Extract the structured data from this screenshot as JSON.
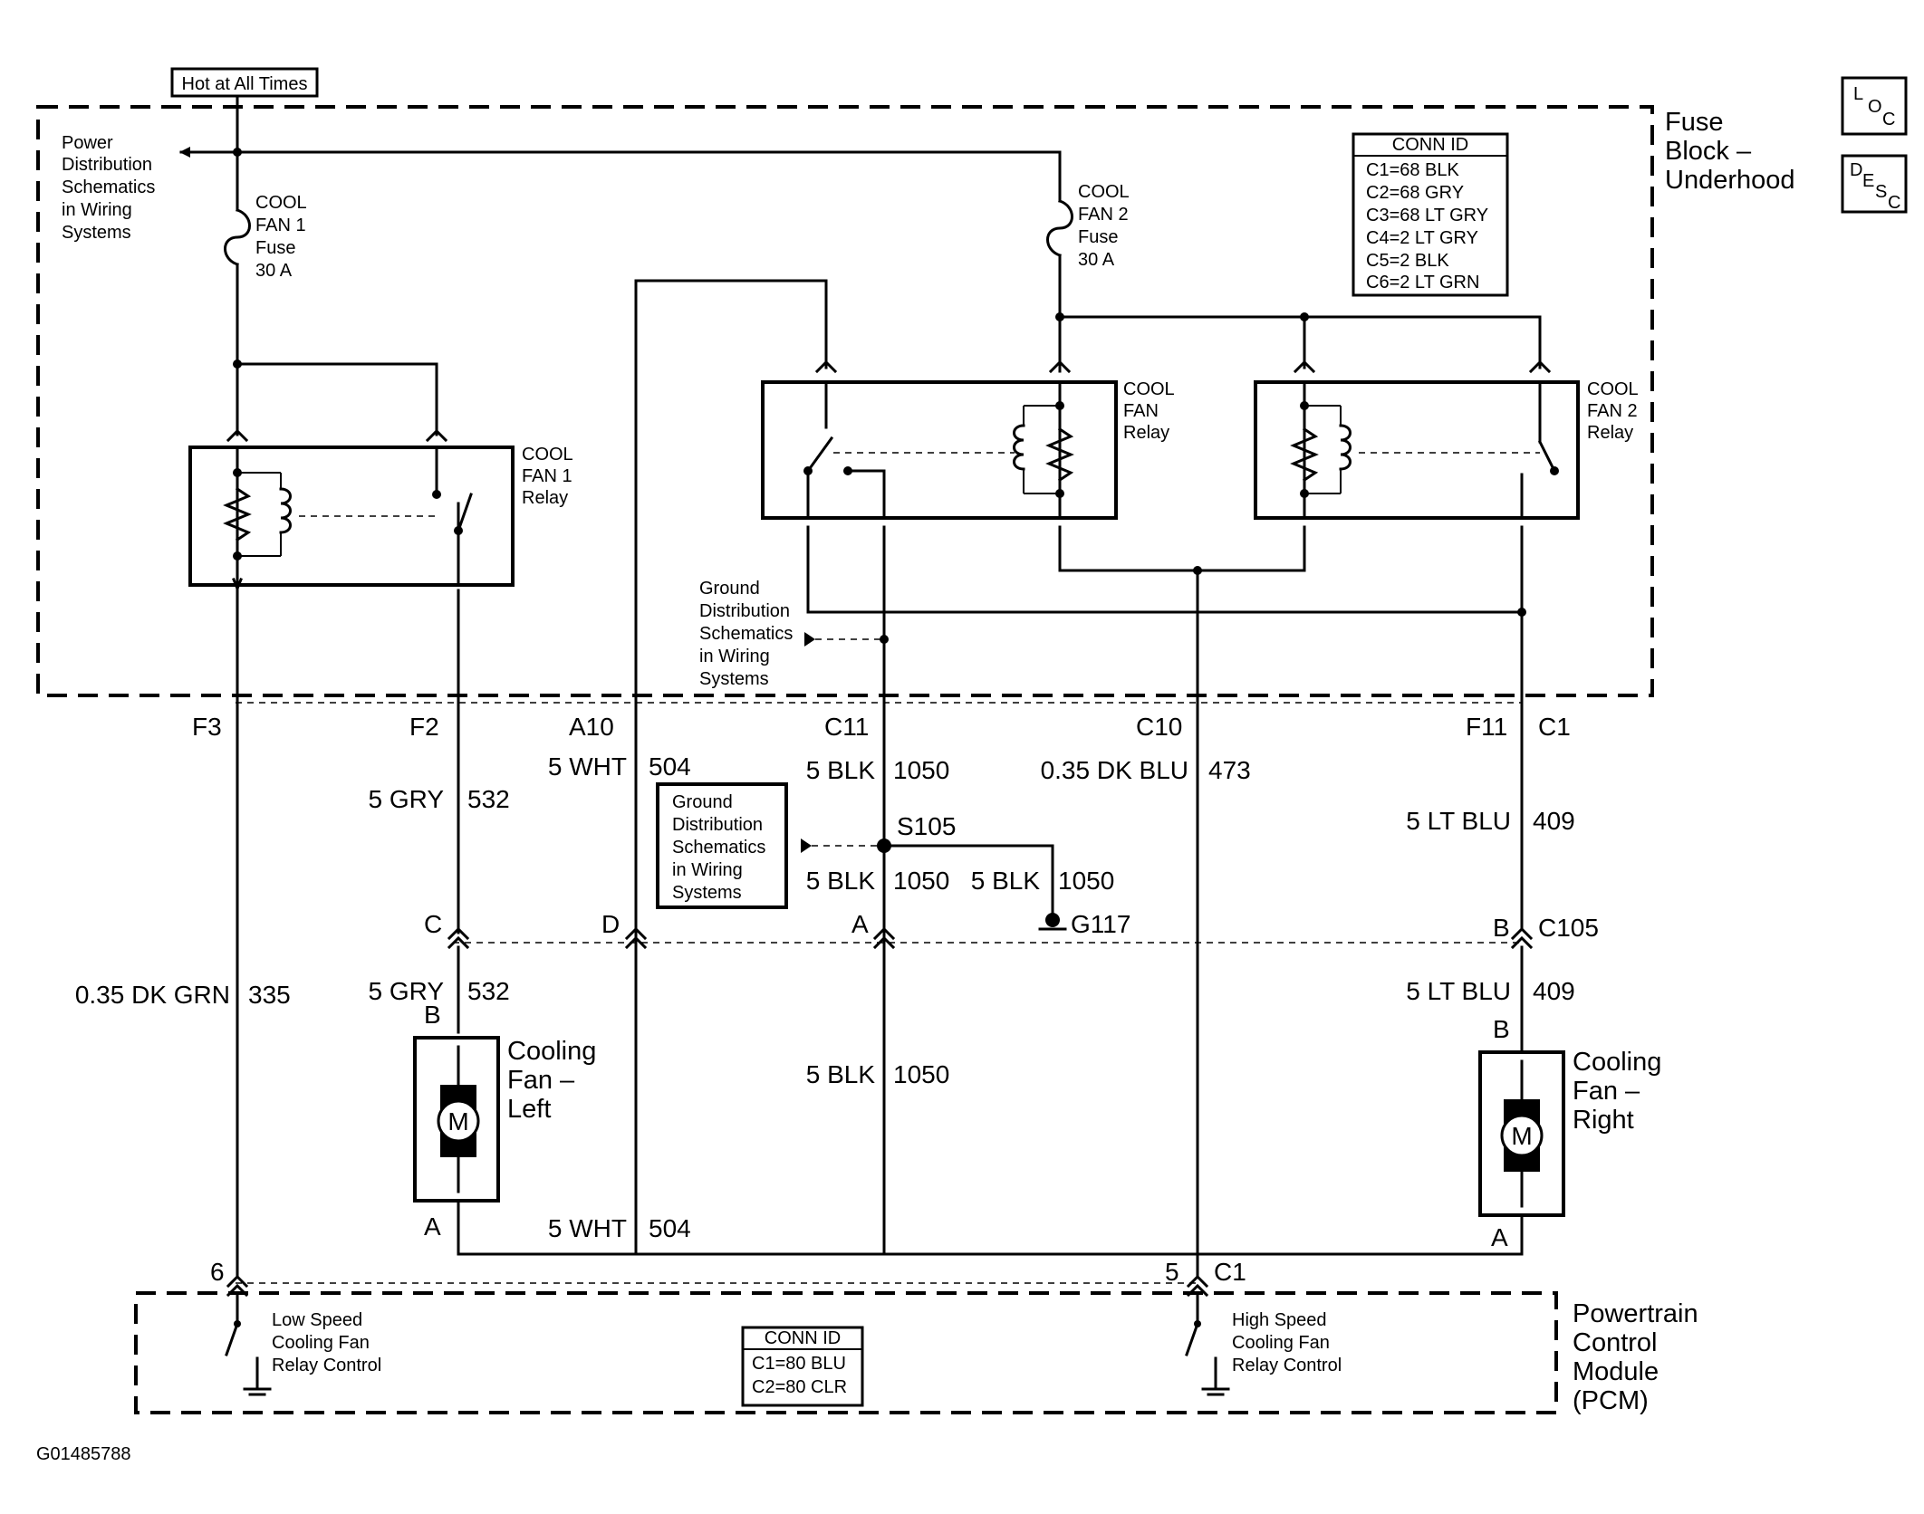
{
  "hot_at_all_times": "Hot at All Times",
  "power_dist": [
    "Power",
    "Distribution",
    "Schematics",
    "in Wiring",
    "Systems"
  ],
  "fuse1": [
    "COOL",
    "FAN 1",
    "Fuse",
    "30 A"
  ],
  "fuse2": [
    "COOL",
    "FAN 2",
    "Fuse",
    "30 A"
  ],
  "conn_id_fuse": {
    "title": "CONN ID",
    "rows": [
      "C1=68 BLK",
      "C2=68 GRY",
      "C3=68 LT GRY",
      "C4=2 LT GRY",
      "C5=2 BLK",
      "C6=2 LT GRN"
    ]
  },
  "fuse_block": [
    "Fuse",
    "Block –",
    "Underhood"
  ],
  "loc_icon": [
    "L",
    "O",
    "C"
  ],
  "desc_icon": [
    "D",
    "E",
    "S",
    "C"
  ],
  "relay1": [
    "COOL",
    "FAN 1",
    "Relay"
  ],
  "relay_mid": [
    "COOL",
    "FAN",
    "Relay"
  ],
  "relay2": [
    "COOL",
    "FAN 2",
    "Relay"
  ],
  "ground_dist_top": [
    "Ground",
    "Distribution",
    "Schematics",
    "in Wiring",
    "Systems"
  ],
  "ground_dist_box": [
    "Ground",
    "Distribution",
    "Schematics",
    "in Wiring",
    "Systems"
  ],
  "fuse_connectors": {
    "f3": "F3",
    "f2": "F2",
    "a10": "A10",
    "c11": "C11",
    "c10": "C10",
    "f11": "F11",
    "c1": "C1"
  },
  "wires": {
    "wht504_top": {
      "color": "5 WHT",
      "circuit": "504"
    },
    "gry532_top": {
      "color": "5 GRY",
      "circuit": "532"
    },
    "blk1050_top": {
      "color": "5 BLK",
      "circuit": "1050"
    },
    "dkblu473": {
      "color": "0.35 DK BLU",
      "circuit": "473"
    },
    "ltblu409_top": {
      "color": "5 LT BLU",
      "circuit": "409"
    },
    "blk1050_s": {
      "color": "5 BLK",
      "circuit": "1050"
    },
    "blk1050_g": {
      "color": "5 BLK",
      "circuit": "1050"
    },
    "dkgrn335": {
      "color": "0.35 DK GRN",
      "circuit": "335"
    },
    "gry532_bot": {
      "color": "5 GRY",
      "circuit": "532"
    },
    "ltblu409_bot": {
      "color": "5 LT BLU",
      "circuit": "409"
    },
    "blk1050_bot": {
      "color": "5 BLK",
      "circuit": "1050"
    },
    "wht504_bot": {
      "color": "5 WHT",
      "circuit": "504"
    }
  },
  "splice": "S105",
  "ground": "G117",
  "c105_pins": {
    "c": "C",
    "d": "D",
    "a": "A",
    "b": "B",
    "name": "C105"
  },
  "fan_left": {
    "label": [
      "Cooling",
      "Fan –",
      "Left"
    ],
    "pin_b": "B",
    "pin_a": "A",
    "motor": "M"
  },
  "fan_right": {
    "label": [
      "Cooling",
      "Fan –",
      "Right"
    ],
    "pin_b": "B",
    "pin_a": "A",
    "motor": "M"
  },
  "pcm_pins": {
    "six": "6",
    "five": "5",
    "c1": "C1"
  },
  "low_speed": [
    "Low Speed",
    "Cooling Fan",
    "Relay Control"
  ],
  "high_speed": [
    "High Speed",
    "Cooling Fan",
    "Relay Control"
  ],
  "conn_id_pcm": {
    "title": "CONN ID",
    "rows": [
      "C1=80 BLU",
      "C2=80 CLR"
    ]
  },
  "pcm": [
    "Powertrain",
    "Control",
    "Module",
    "(PCM)"
  ],
  "figure_id": "G01485788"
}
